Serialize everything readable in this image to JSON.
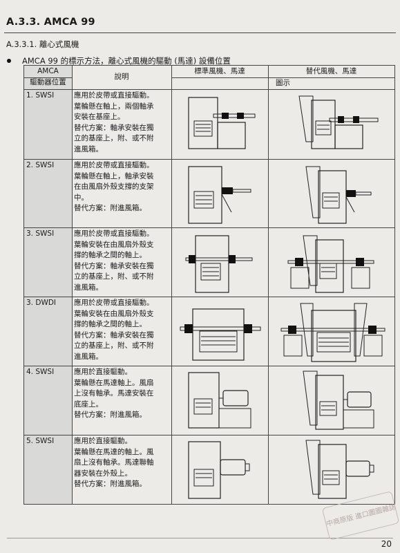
{
  "header": {
    "section_title": "A.3.3.  AMCA 99",
    "subsection_title": "A.3.3.1. 離心式風機",
    "bullet_text": "AMCA 99 的標示方法，離心式風機的驅動 (馬達) 設備位置"
  },
  "table": {
    "headers": {
      "col1_top": "AMCA",
      "col1_bottom": "驅動器位置",
      "col2": "說明",
      "col3": "標準風機、馬達",
      "col4": "替代風機、馬達",
      "diagram": "圖示"
    },
    "rows": [
      {
        "position": "1. SWSI",
        "description": "應用於皮帶或直接驅動。\n葉輪懸在軸上，兩個軸承\n安裝在基座上。\n替代方案：軸承安裝在獨\n立的基座上，附、或不附\n進風箱。",
        "standard_figure": "fan-arrangement-1-standard-icon",
        "alternate_figure": "fan-arrangement-1-alternate-icon"
      },
      {
        "position": "2. SWSI",
        "description": "應用於皮帶或直接驅動。\n葉輪懸在軸上，軸承安裝\n在由風扇外殼支撐的支架\n中。\n替代方案：附進風箱。",
        "standard_figure": "fan-arrangement-2-standard-icon",
        "alternate_figure": "fan-arrangement-2-alternate-icon"
      },
      {
        "position": "3. SWSI",
        "description": "應用於皮帶或直接驅動。\n葉輪安裝在由風扇外殼支\n撐的軸承之間的軸上。\n替代方案：軸承安裝在獨\n立的基座上，附、或不附\n進風箱。",
        "standard_figure": "fan-arrangement-3-standard-icon",
        "alternate_figure": "fan-arrangement-3-alternate-icon"
      },
      {
        "position": "3. DWDI",
        "description": "應用於皮帶或直接驅動。\n葉輪安裝在由風扇外殼支\n撐的軸承之間的軸上。\n替代方案：軸承安裝在獨\n立的基座上，附、或不附\n進風箱。",
        "standard_figure": "fan-arrangement-3-dwdi-standard-icon",
        "alternate_figure": "fan-arrangement-3-dwdi-alternate-icon"
      },
      {
        "position": "4. SWSI",
        "description": "應用於直接驅動。\n葉輪懸在馬達軸上。風扇\n上沒有軸承。馬達安裝在\n底座上。\n替代方案：附進風箱。",
        "standard_figure": "fan-arrangement-4-standard-icon",
        "alternate_figure": "fan-arrangement-4-alternate-icon"
      },
      {
        "position": "5. SWSI",
        "description": "應用於直接驅動。\n葉輪懸在馬達的軸上。風\n扇上沒有軸承。馬達聯軸\n器安裝在外殼上。\n替代方案：附進風箱。",
        "standard_figure": "fan-arrangement-5-standard-icon",
        "alternate_figure": "fan-arrangement-5-alternate-icon"
      }
    ]
  },
  "footer": {
    "page_number": "20",
    "watermark_text": "中商原版 進口圖圖雜誌"
  }
}
